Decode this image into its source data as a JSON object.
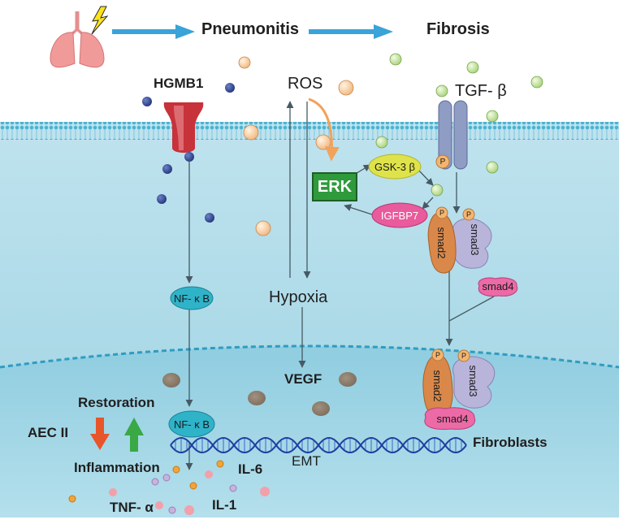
{
  "labels": {
    "pneumonitis": "Pneumonitis",
    "fibrosis": "Fibrosis",
    "hgmb1": "HGMB1",
    "ros": "ROS",
    "tgf": "TGF- β",
    "erk": "ERK",
    "gsk3b": "GSK-3 β",
    "igfbp7": "IGFBP7",
    "nfkb_top": "NF- κ B",
    "nfkb_bottom": "NF- κ B",
    "hypoxia": "Hypoxia",
    "vegf": "VEGF",
    "emt": "EMT",
    "smad2_top": "smad2",
    "smad3_top": "smad3",
    "smad4_top": "smad4",
    "smad2_bottom": "smad2",
    "smad3_bottom": "smad3",
    "smad4_bottom": "smad4",
    "fibroblasts": "Fibroblasts",
    "restoration": "Restoration",
    "aec2": "AEC II",
    "inflammation": "Inflammation",
    "il6": "IL-6",
    "tnfa": "TNF- α",
    "il1": "IL-1",
    "p": "P"
  },
  "colors": {
    "cytoplasm": "#a9d9e6",
    "nucleus": "#8ccbdc",
    "membrane": "#49b1cf",
    "receptor_red": "#c8323a",
    "tgf_receptor": "#8f9cc4",
    "erk_green": "#2f9a3c",
    "gsk_yellow": "#dfe34a",
    "igfbp_pink": "#e85b9c",
    "nfkb_teal": "#2fb3c9",
    "smad2_orange": "#d9884a",
    "smad3_lavender": "#b9b4da",
    "smad4_pink": "#ec6aa6",
    "arrow_down_red": "#e8552a",
    "arrow_up_green": "#3aa845",
    "arrow_blue": "#3aa3d8",
    "ros_arrow": "#f2a25a"
  }
}
